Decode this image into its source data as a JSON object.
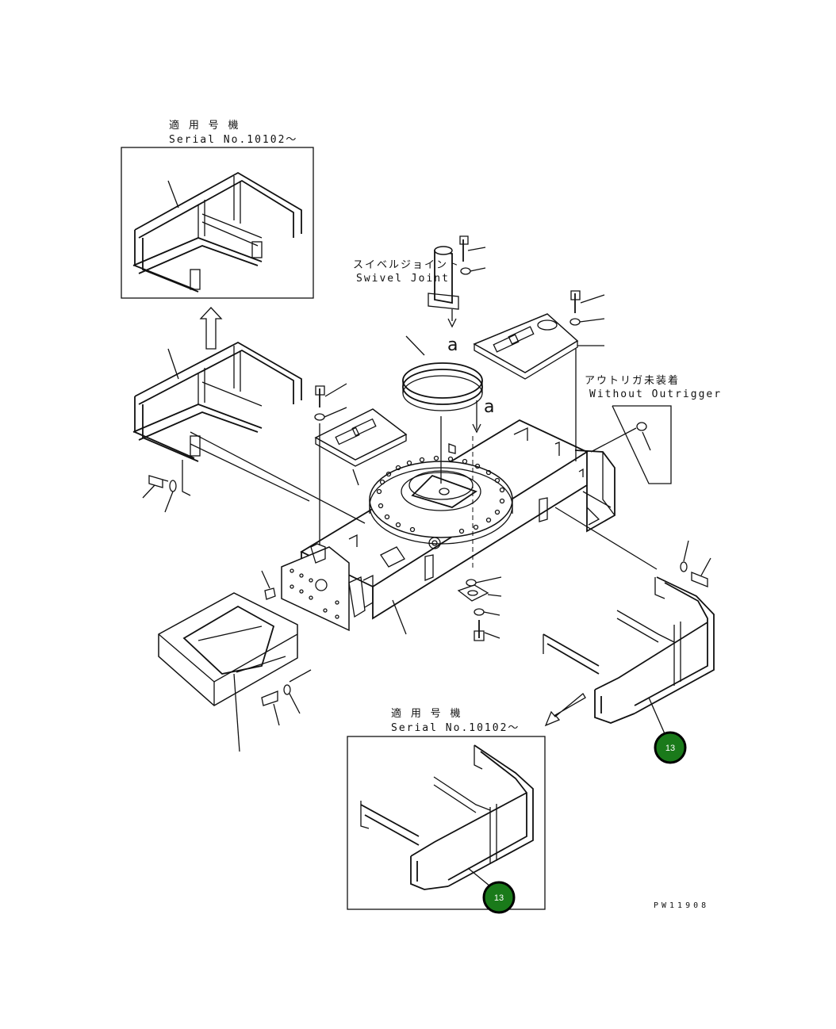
{
  "inset_top": {
    "label_jp": "適 用 号 機",
    "label_en": "Serial No.10102～"
  },
  "inset_bottom": {
    "label_jp": "適 用 号 機",
    "label_en": "Serial No.10102～"
  },
  "swivel_joint": {
    "label_jp": "スイベルジョイント",
    "label_en": "Swivel Joint"
  },
  "outrigger": {
    "label_jp": "アウトリガ未装着",
    "label_en": "Without Outrigger"
  },
  "view_marks": {
    "a1": "a",
    "a2": "a"
  },
  "callouts": {
    "main": "13",
    "inset": "13"
  },
  "drawing_code": "PW11908",
  "colors": {
    "callout_fill": "#1a7a1a",
    "line": "#111111"
  }
}
